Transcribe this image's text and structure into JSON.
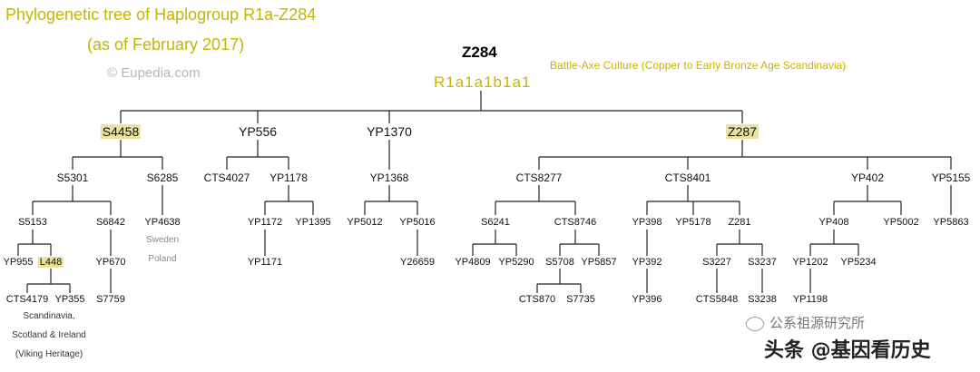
{
  "header": {
    "title_line1": "Phylogenetic tree of Haplogroup R1a-Z284",
    "title_line2": "(as of February 2017)",
    "copyright": "© Eupedia.com",
    "root_label": "Z284",
    "root_haplogroup": "R1a1a1b1a1",
    "culture_note": "Battle-Axe Culture (Copper to Early Bronze Age Scandinavia)"
  },
  "nodes": {
    "S4458": "S4458",
    "YP556": "YP556",
    "YP1370": "YP1370",
    "Z287": "Z287",
    "S5301": "S5301",
    "S6285": "S6285",
    "CTS4027": "CTS4027",
    "YP1178": "YP1178",
    "YP1368": "YP1368",
    "CTS8277": "CTS8277",
    "CTS8401": "CTS8401",
    "YP402": "YP402",
    "YP5155": "YP5155",
    "S5153": "S5153",
    "S6842": "S6842",
    "YP4638": "YP4638",
    "YP1172": "YP1172",
    "YP1395": "YP1395",
    "YP5012": "YP5012",
    "YP5016": "YP5016",
    "S6241": "S6241",
    "CTS8746": "CTS8746",
    "YP398": "YP398",
    "YP5178": "YP5178",
    "Z281": "Z281",
    "YP408": "YP408",
    "YP5002": "YP5002",
    "YP5863": "YP5863",
    "YP955": "YP955",
    "L448": "L448",
    "YP670": "YP670",
    "YP1171": "YP1171",
    "Y26659": "Y26659",
    "YP4809": "YP4809",
    "YP5290": "YP5290",
    "S5708": "S5708",
    "YP5857": "YP5857",
    "YP392": "YP392",
    "S3227": "S3227",
    "S3237": "S3237",
    "YP1202": "YP1202",
    "YP5234": "YP5234",
    "CTS4179": "CTS4179",
    "YP355": "YP355",
    "S7759": "S7759",
    "CTS870": "CTS870",
    "S7735": "S7735",
    "YP396": "YP396",
    "CTS5848": "CTS5848",
    "S3238": "S3238",
    "YP1198": "YP1198"
  },
  "notes": {
    "sweden": "Sweden",
    "poland": "Poland",
    "scandinavia": "Scandinavia,",
    "scotland_ireland": "Scotland & Ireland",
    "viking": "(Viking Heritage)"
  },
  "watermarks": {
    "wm1": "公系祖源研究所",
    "wm2": "头条 @基因看历史"
  },
  "colors": {
    "title": "#c8b400",
    "highlight": "#ece2a0",
    "line": "#222222"
  }
}
